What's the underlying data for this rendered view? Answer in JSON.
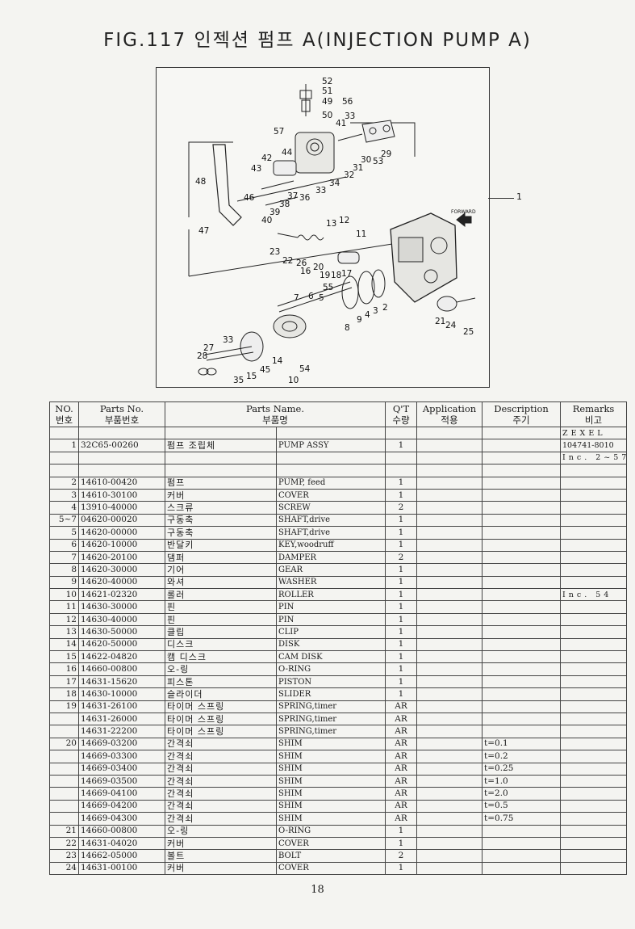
{
  "title": "FIG.117 인젝션 펌프 A(INJECTION PUMP A)",
  "diagram": {
    "callouts": [
      "52",
      "51",
      "49",
      "56",
      "50",
      "33",
      "41",
      "29",
      "30",
      "53",
      "31",
      "32",
      "57",
      "44",
      "42",
      "43",
      "34",
      "37",
      "36",
      "33",
      "38",
      "39",
      "40",
      "48",
      "46",
      "47",
      "13",
      "12",
      "11",
      "23",
      "22",
      "26",
      "16",
      "20",
      "19",
      "18",
      "17",
      "55",
      "7",
      "6",
      "5",
      "8",
      "9",
      "4",
      "3",
      "2",
      "21",
      "24",
      "25",
      "27",
      "28",
      "33",
      "14",
      "45",
      "54",
      "35",
      "15",
      "10"
    ],
    "forward_label": "FORWARD",
    "assembly_ref": "1"
  },
  "table": {
    "headers": {
      "no": "NO.\n번호",
      "parts_no": "Parts No.\n부품번호",
      "parts_name": "Parts Name.\n부품명",
      "qty": "Q'T\n수량",
      "application": "Application\n적용",
      "description": "Description\n주기",
      "remarks": "Remarks\n비고"
    },
    "rows": [
      {
        "no": "",
        "part": "",
        "kor": "",
        "eng": "",
        "qty": "",
        "app": "",
        "desc": "",
        "rem": "ZEXEL"
      },
      {
        "no": "1",
        "part": "32C65-00260",
        "kor": "펌프 조립체",
        "eng": "PUMP ASSY",
        "qty": "1",
        "app": "",
        "desc": "",
        "rem": "104741-8010"
      },
      {
        "no": "",
        "part": "",
        "kor": "",
        "eng": "",
        "qty": "",
        "app": "",
        "desc": "",
        "rem": "Inc. 2~57"
      },
      {
        "no": "",
        "part": "",
        "kor": "",
        "eng": "",
        "qty": "",
        "app": "",
        "desc": "",
        "rem": ""
      },
      {
        "no": "2",
        "part": "14610-00420",
        "kor": "펌프",
        "eng": "PUMP, feed",
        "qty": "1",
        "app": "",
        "desc": "",
        "rem": ""
      },
      {
        "no": "3",
        "part": "14610-30100",
        "kor": "커버",
        "eng": "COVER",
        "qty": "1",
        "app": "",
        "desc": "",
        "rem": ""
      },
      {
        "no": "4",
        "part": "13910-40000",
        "kor": "스크류",
        "eng": "SCREW",
        "qty": "2",
        "app": "",
        "desc": "",
        "rem": ""
      },
      {
        "no": "5~7",
        "part": "04620-00020",
        "kor": "구동축",
        "eng": "SHAFT,drive",
        "qty": "1",
        "app": "",
        "desc": "",
        "rem": ""
      },
      {
        "no": "5",
        "part": "14620-00000",
        "kor": "구동축",
        "eng": "SHAFT,drive",
        "qty": "1",
        "app": "",
        "desc": "",
        "rem": ""
      },
      {
        "no": "6",
        "part": "14620-10000",
        "kor": "반달키",
        "eng": "KEY,woodruff",
        "qty": "1",
        "app": "",
        "desc": "",
        "rem": ""
      },
      {
        "no": "7",
        "part": "14620-20100",
        "kor": "댐퍼",
        "eng": "DAMPER",
        "qty": "2",
        "app": "",
        "desc": "",
        "rem": ""
      },
      {
        "no": "8",
        "part": "14620-30000",
        "kor": "기어",
        "eng": "GEAR",
        "qty": "1",
        "app": "",
        "desc": "",
        "rem": ""
      },
      {
        "no": "9",
        "part": "14620-40000",
        "kor": "와셔",
        "eng": "WASHER",
        "qty": "1",
        "app": "",
        "desc": "",
        "rem": ""
      },
      {
        "no": "10",
        "part": "14621-02320",
        "kor": "롤러",
        "eng": "ROLLER",
        "qty": "1",
        "app": "",
        "desc": "",
        "rem": "Inc. 54"
      },
      {
        "no": "11",
        "part": "14630-30000",
        "kor": "핀",
        "eng": "PIN",
        "qty": "1",
        "app": "",
        "desc": "",
        "rem": ""
      },
      {
        "no": "12",
        "part": "14630-40000",
        "kor": "핀",
        "eng": "PIN",
        "qty": "1",
        "app": "",
        "desc": "",
        "rem": ""
      },
      {
        "no": "13",
        "part": "14630-50000",
        "kor": "클립",
        "eng": "CLIP",
        "qty": "1",
        "app": "",
        "desc": "",
        "rem": ""
      },
      {
        "no": "14",
        "part": "14620-50000",
        "kor": "디스크",
        "eng": "DISK",
        "qty": "1",
        "app": "",
        "desc": "",
        "rem": ""
      },
      {
        "no": "15",
        "part": "14622-04820",
        "kor": "캠 디스크",
        "eng": "CAM DISK",
        "qty": "1",
        "app": "",
        "desc": "",
        "rem": ""
      },
      {
        "no": "16",
        "part": "14660-00800",
        "kor": "오-링",
        "eng": "O-RING",
        "qty": "1",
        "app": "",
        "desc": "",
        "rem": ""
      },
      {
        "no": "17",
        "part": "14631-15620",
        "kor": "피스톤",
        "eng": "PISTON",
        "qty": "1",
        "app": "",
        "desc": "",
        "rem": ""
      },
      {
        "no": "18",
        "part": "14630-10000",
        "kor": "슬라이더",
        "eng": "SLIDER",
        "qty": "1",
        "app": "",
        "desc": "",
        "rem": ""
      },
      {
        "no": "19",
        "part": "14631-26100",
        "kor": "타이머 스프링",
        "eng": "SPRING,timer",
        "qty": "AR",
        "app": "",
        "desc": "",
        "rem": ""
      },
      {
        "no": "",
        "part": "14631-26000",
        "kor": "타이머 스프링",
        "eng": "SPRING,timer",
        "qty": "AR",
        "app": "",
        "desc": "",
        "rem": ""
      },
      {
        "no": "",
        "part": "14631-22200",
        "kor": "타이머 스프링",
        "eng": "SPRING,timer",
        "qty": "AR",
        "app": "",
        "desc": "",
        "rem": ""
      },
      {
        "no": "20",
        "part": "14669-03200",
        "kor": "간격쇠",
        "eng": "SHIM",
        "qty": "AR",
        "app": "",
        "desc": "t=0.1",
        "rem": ""
      },
      {
        "no": "",
        "part": "14669-03300",
        "kor": "간격쇠",
        "eng": "SHIM",
        "qty": "AR",
        "app": "",
        "desc": "t=0.2",
        "rem": ""
      },
      {
        "no": "",
        "part": "14669-03400",
        "kor": "간격쇠",
        "eng": "SHIM",
        "qty": "AR",
        "app": "",
        "desc": "t=0.25",
        "rem": ""
      },
      {
        "no": "",
        "part": "14669-03500",
        "kor": "간격쇠",
        "eng": "SHIM",
        "qty": "AR",
        "app": "",
        "desc": "t=1.0",
        "rem": ""
      },
      {
        "no": "",
        "part": "14669-04100",
        "kor": "간격쇠",
        "eng": "SHIM",
        "qty": "AR",
        "app": "",
        "desc": "t=2.0",
        "rem": ""
      },
      {
        "no": "",
        "part": "14669-04200",
        "kor": "간격쇠",
        "eng": "SHIM",
        "qty": "AR",
        "app": "",
        "desc": "t=0.5",
        "rem": ""
      },
      {
        "no": "",
        "part": "14669-04300",
        "kor": "간격쇠",
        "eng": "SHIM",
        "qty": "AR",
        "app": "",
        "desc": "t=0.75",
        "rem": ""
      },
      {
        "no": "21",
        "part": "14660-00800",
        "kor": "오-링",
        "eng": "O-RING",
        "qty": "1",
        "app": "",
        "desc": "",
        "rem": ""
      },
      {
        "no": "22",
        "part": "14631-04020",
        "kor": "커버",
        "eng": "COVER",
        "qty": "1",
        "app": "",
        "desc": "",
        "rem": ""
      },
      {
        "no": "23",
        "part": "14662-05000",
        "kor": "볼트",
        "eng": "BOLT",
        "qty": "2",
        "app": "",
        "desc": "",
        "rem": ""
      },
      {
        "no": "24",
        "part": "14631-00100",
        "kor": "커버",
        "eng": "COVER",
        "qty": "1",
        "app": "",
        "desc": "",
        "rem": ""
      }
    ]
  },
  "page_number": "18"
}
